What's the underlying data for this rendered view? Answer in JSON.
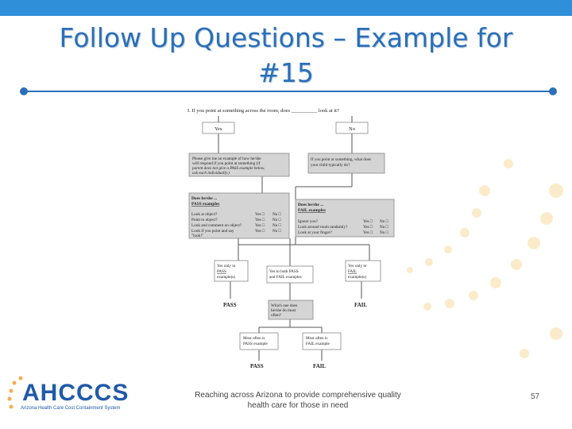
{
  "slide": {
    "title": "Follow Up Questions – Example for #15",
    "page_number": "57",
    "footer": "Reaching across Arizona to provide comprehensive quality health care for those in need",
    "accent_color": "#2a6fb8",
    "top_bar_color": "#2f8fd8"
  },
  "logo": {
    "name": "AHCCCS",
    "subtitle": "Arizona Health Care Cost Containment System"
  },
  "flowchart": {
    "question": "I. If you point at something across the room, does __________ look at it?",
    "yes": "Yes",
    "no": "No",
    "yes_followup": [
      "Please give me an example of how he/she",
      "will respond if you point at something (if",
      "parent does not give a PASS example below,",
      "ask each individually.)"
    ],
    "no_followup": [
      "If you point at something, what does",
      "your child typically do?"
    ],
    "pass_header": [
      "Does he/she ...",
      "PASS examples"
    ],
    "pass_items": [
      {
        "label": "Look at object?",
        "yes": "Yes □",
        "no": "No □"
      },
      {
        "label": "Point to object?",
        "yes": "Yes □",
        "no": "No □"
      },
      {
        "label": "Look and comment on object?",
        "yes": "Yes □",
        "no": "No □"
      },
      {
        "label": "Look if you point and say",
        "yes": "Yes □",
        "no": "No □"
      },
      {
        "label": "\"look!\"",
        "yes": "",
        "no": ""
      }
    ],
    "fail_header": [
      "Does he/she ...",
      "FAIL examples"
    ],
    "fail_items": [
      {
        "label": "Ignore you?",
        "yes": "Yes □",
        "no": "No □"
      },
      {
        "label": "Look around room randomly?",
        "yes": "Yes □",
        "no": "No □"
      },
      {
        "label": "Look at your finger?",
        "yes": "Yes □",
        "no": "No □"
      }
    ],
    "yes_only_pass": [
      "Yes only to",
      "PASS",
      "example(s)"
    ],
    "yes_both": [
      "Yes to both PASS",
      "and FAIL examples"
    ],
    "yes_only_fail": [
      "Yes only to",
      "FAIL",
      "example(s)"
    ],
    "pass_result": "PASS",
    "fail_result": "FAIL",
    "which_most": [
      "Which one does",
      "he/she do most",
      "often?"
    ],
    "most_pass": [
      "Most often is",
      "PASS example"
    ],
    "most_fail": [
      "Most often is",
      "FAIL example"
    ],
    "final_pass": "PASS",
    "final_fail": "FAIL"
  }
}
